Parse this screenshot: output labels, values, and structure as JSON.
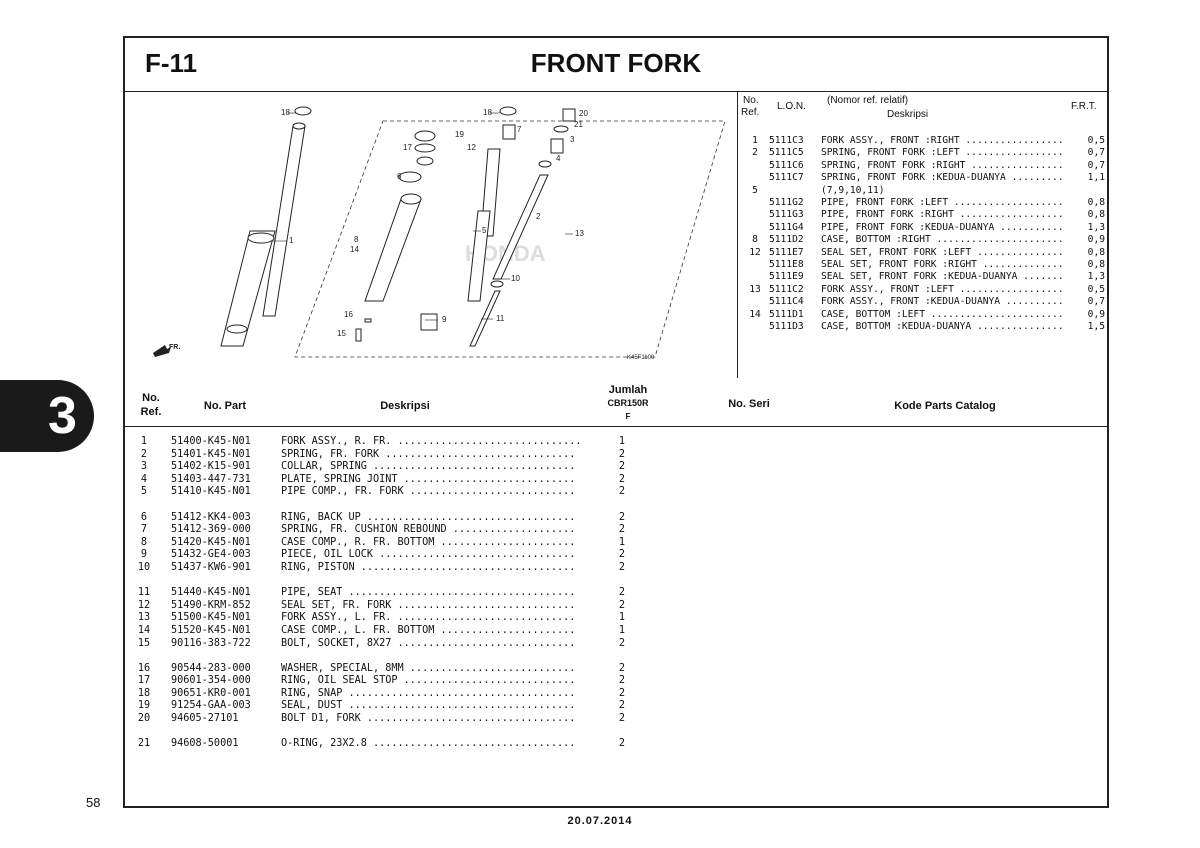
{
  "section_tab": "3",
  "page_number": "58",
  "header": {
    "code": "F-11",
    "title": "FRONT FORK"
  },
  "diagram": {
    "callouts": [
      "18",
      "18",
      "20",
      "21",
      "19",
      "17",
      "12",
      "7",
      "3",
      "4",
      "6",
      "1",
      "2",
      "8",
      "14",
      "5",
      "13",
      "10",
      "16",
      "9",
      "11",
      "15"
    ],
    "figure_code": "K45F1100",
    "direction_label": "FR.",
    "watermark": "HONDA"
  },
  "lon_table": {
    "col_no": "No.",
    "col_ref": "Ref.",
    "col_lon": "L.O.N.",
    "col_desc_top": "(Nomor ref. relatif)",
    "col_desc": "Deskripsi",
    "col_frt": "F.R.T.",
    "rows": [
      {
        "ref": "1",
        "code": "5111C3",
        "desc": "FORK ASSY., FRONT :RIGHT .................",
        "frt": "0,5"
      },
      {
        "ref": "2",
        "code": "5111C5",
        "desc": "SPRING, FRONT FORK :LEFT .................",
        "frt": "0,7"
      },
      {
        "ref": "",
        "code": "5111C6",
        "desc": "SPRING, FRONT FORK :RIGHT ................",
        "frt": "0,7"
      },
      {
        "ref": "",
        "code": "5111C7",
        "desc": "SPRING, FRONT FORK :KEDUA-DUANYA .........",
        "frt": "1,1"
      },
      {
        "ref": "5",
        "code": "",
        "desc": "(7,9,10,11)",
        "frt": ""
      },
      {
        "ref": "",
        "code": "5111G2",
        "desc": "PIPE, FRONT FORK :LEFT ...................",
        "frt": "0,8"
      },
      {
        "ref": "",
        "code": "5111G3",
        "desc": "PIPE, FRONT FORK :RIGHT ..................",
        "frt": "0,8"
      },
      {
        "ref": "",
        "code": "5111G4",
        "desc": "PIPE, FRONT FORK :KEDUA-DUANYA ...........",
        "frt": "1,3"
      },
      {
        "ref": "8",
        "code": "5111D2",
        "desc": "CASE, BOTTOM :RIGHT ......................",
        "frt": "0,9"
      },
      {
        "ref": "12",
        "code": "5111E7",
        "desc": "SEAL SET, FRONT FORK :LEFT ...............",
        "frt": "0,8"
      },
      {
        "ref": "",
        "code": "5111E8",
        "desc": "SEAL SET, FRONT FORK :RIGHT ..............",
        "frt": "0,8"
      },
      {
        "ref": "",
        "code": "5111E9",
        "desc": "SEAL SET, FRONT FORK :KEDUA-DUANYA .......",
        "frt": "1,3"
      },
      {
        "ref": "13",
        "code": "5111C2",
        "desc": "FORK ASSY., FRONT :LEFT ..................",
        "frt": "0,5"
      },
      {
        "ref": "",
        "code": "5111C4",
        "desc": "FORK ASSY., FRONT :KEDUA-DUANYA ..........",
        "frt": "0,7"
      },
      {
        "ref": "14",
        "code": "5111D1",
        "desc": "CASE, BOTTOM :LEFT .......................",
        "frt": "0,9"
      },
      {
        "ref": "",
        "code": "5111D3",
        "desc": "CASE, BOTTOM :KEDUA-DUANYA ...............",
        "frt": "1,5"
      }
    ]
  },
  "parts_table": {
    "col_no": "No.",
    "col_ref": "Ref.",
    "col_part": "No. Part",
    "col_desc": "Deskripsi",
    "col_qty": "Jumlah",
    "col_model": "CBR150R",
    "col_variant": "F",
    "col_serial": "No. Seri",
    "col_catalog": "Kode Parts Catalog",
    "rows": [
      {
        "no": "1",
        "part": "51400-K45-N01",
        "desc": "FORK ASSY., R. FR. ..............................",
        "qty": "1",
        "gap": false
      },
      {
        "no": "2",
        "part": "51401-K45-N01",
        "desc": "SPRING, FR. FORK ...............................",
        "qty": "2",
        "gap": false
      },
      {
        "no": "3",
        "part": "51402-K15-901",
        "desc": "COLLAR, SPRING .................................",
        "qty": "2",
        "gap": false
      },
      {
        "no": "4",
        "part": "51403-447-731",
        "desc": "PLATE, SPRING JOINT ............................",
        "qty": "2",
        "gap": false
      },
      {
        "no": "5",
        "part": "51410-K45-N01",
        "desc": "PIPE COMP., FR. FORK ...........................",
        "qty": "2",
        "gap": false
      },
      {
        "no": "6",
        "part": "51412-KK4-003",
        "desc": "RING, BACK UP ..................................",
        "qty": "2",
        "gap": true
      },
      {
        "no": "7",
        "part": "51412-369-000",
        "desc": "SPRING, FR. CUSHION REBOUND ....................",
        "qty": "2",
        "gap": false
      },
      {
        "no": "8",
        "part": "51420-K45-N01",
        "desc": "CASE COMP., R. FR. BOTTOM ......................",
        "qty": "1",
        "gap": false
      },
      {
        "no": "9",
        "part": "51432-GE4-003",
        "desc": "PIECE, OIL LOCK ................................",
        "qty": "2",
        "gap": false
      },
      {
        "no": "10",
        "part": "51437-KW6-901",
        "desc": "RING, PISTON ...................................",
        "qty": "2",
        "gap": false
      },
      {
        "no": "11",
        "part": "51440-K45-N01",
        "desc": "PIPE, SEAT .....................................",
        "qty": "2",
        "gap": true
      },
      {
        "no": "12",
        "part": "51490-KRM-852",
        "desc": "SEAL SET, FR. FORK .............................",
        "qty": "2",
        "gap": false
      },
      {
        "no": "13",
        "part": "51500-K45-N01",
        "desc": "FORK ASSY., L. FR. .............................",
        "qty": "1",
        "gap": false
      },
      {
        "no": "14",
        "part": "51520-K45-N01",
        "desc": "CASE COMP., L. FR. BOTTOM ......................",
        "qty": "1",
        "gap": false
      },
      {
        "no": "15",
        "part": "90116-383-722",
        "desc": "BOLT, SOCKET, 8X27 .............................",
        "qty": "2",
        "gap": false
      },
      {
        "no": "16",
        "part": "90544-283-000",
        "desc": "WASHER, SPECIAL, 8MM ...........................",
        "qty": "2",
        "gap": true
      },
      {
        "no": "17",
        "part": "90601-354-000",
        "desc": "RING, OIL SEAL STOP ............................",
        "qty": "2",
        "gap": false
      },
      {
        "no": "18",
        "part": "90651-KR0-001",
        "desc": "RING, SNAP .....................................",
        "qty": "2",
        "gap": false
      },
      {
        "no": "19",
        "part": "91254-GAA-003",
        "desc": "SEAL, DUST .....................................",
        "qty": "2",
        "gap": false
      },
      {
        "no": "20",
        "part": "94605-27101",
        "desc": "BOLT D1, FORK ..................................",
        "qty": "2",
        "gap": false
      },
      {
        "no": "21",
        "part": "94608-50001",
        "desc": "O-RING, 23X2.8 .................................",
        "qty": "2",
        "gap": true
      }
    ]
  },
  "footer": {
    "date": "20.07.2014"
  }
}
